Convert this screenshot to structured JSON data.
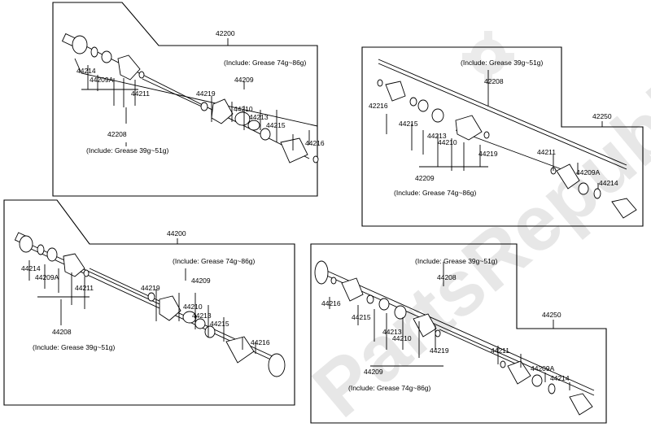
{
  "watermark": "PartsRepublik",
  "colors": {
    "line": "#000000",
    "watermark": "#d4d4d4",
    "background": "#ffffff"
  },
  "panels": [
    {
      "assembly": "42200",
      "grease_outer": "(Include: Grease  74g~86g)",
      "grease_inner": "(Include: Grease  39g~51g)",
      "parts": [
        "44214",
        "44209A",
        "44211",
        "44219",
        "44209",
        "44210",
        "44213",
        "44215",
        "44216",
        "42208"
      ]
    },
    {
      "assembly": "42250",
      "grease_outer": "(Include: Grease  39g~51g)",
      "grease_inner": "(Include: Grease  74g~86g)",
      "parts": [
        "42208",
        "42216",
        "44215",
        "44213",
        "44210",
        "44219",
        "44211",
        "44209A",
        "44214",
        "42209"
      ]
    },
    {
      "assembly": "44200",
      "grease_outer": "(Include: Grease  74g~86g)",
      "grease_inner": "(Include: Grease  39g~51g)",
      "parts": [
        "44214",
        "44209A",
        "44211",
        "44219",
        "44209",
        "44210",
        "44213",
        "44215",
        "44216",
        "44208"
      ]
    },
    {
      "assembly": "44250",
      "grease_outer": "(Include: Grease  39g~51g)",
      "grease_inner": "(Include: Grease  74g~86g)",
      "parts": [
        "44208",
        "44216",
        "44215",
        "44213",
        "44210",
        "44219",
        "44211",
        "44209A",
        "44214",
        "44209"
      ]
    }
  ]
}
